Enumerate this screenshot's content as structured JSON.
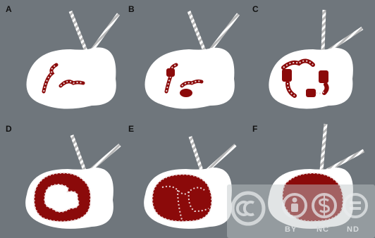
{
  "panels": [
    {
      "label": "A",
      "stage": "thin strands"
    },
    {
      "label": "B",
      "stage": "few clusters"
    },
    {
      "label": "C",
      "stage": "several clusters"
    },
    {
      "label": "D",
      "stage": "ring with gaps"
    },
    {
      "label": "E",
      "stage": "filled segments"
    },
    {
      "label": "F",
      "stage": "fully filled"
    }
  ],
  "license": {
    "icons": [
      "cc-icon",
      "by-person-icon",
      "nc-dollar-icon",
      "nd-equals-icon"
    ],
    "labels": [
      "BY",
      "NC",
      "ND"
    ]
  },
  "colors": {
    "background": "#6f767c",
    "cell": "#ffffff",
    "fill": "#8b0a0a",
    "bead": "#e9d6d6",
    "tail": "#d9d9d9"
  }
}
